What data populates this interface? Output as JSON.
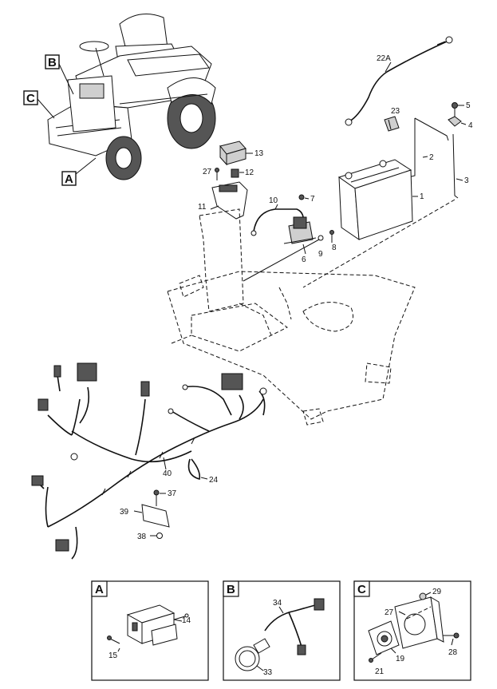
{
  "callouts": {
    "c22A": "22A",
    "c23": "23",
    "c5": "5",
    "c4": "4",
    "c13": "13",
    "c27": "27",
    "c12": "12",
    "c2": "2",
    "c3": "3",
    "c1": "1",
    "c7": "7",
    "c10": "10",
    "c11": "11",
    "c8": "8",
    "c9": "9",
    "c6": "6",
    "c40": "40",
    "c24": "24",
    "c37": "37",
    "c39": "39",
    "c38": "38"
  },
  "inset_letters": {
    "A": "A",
    "B": "B",
    "C": "C"
  },
  "insets": {
    "A": {
      "letter": "A",
      "c14": "14",
      "c15": "15"
    },
    "B": {
      "letter": "B",
      "c34": "34",
      "c33": "33"
    },
    "C": {
      "letter": "C",
      "c29": "29",
      "c27": "27",
      "c19": "19",
      "c21": "21",
      "c28": "28"
    }
  }
}
